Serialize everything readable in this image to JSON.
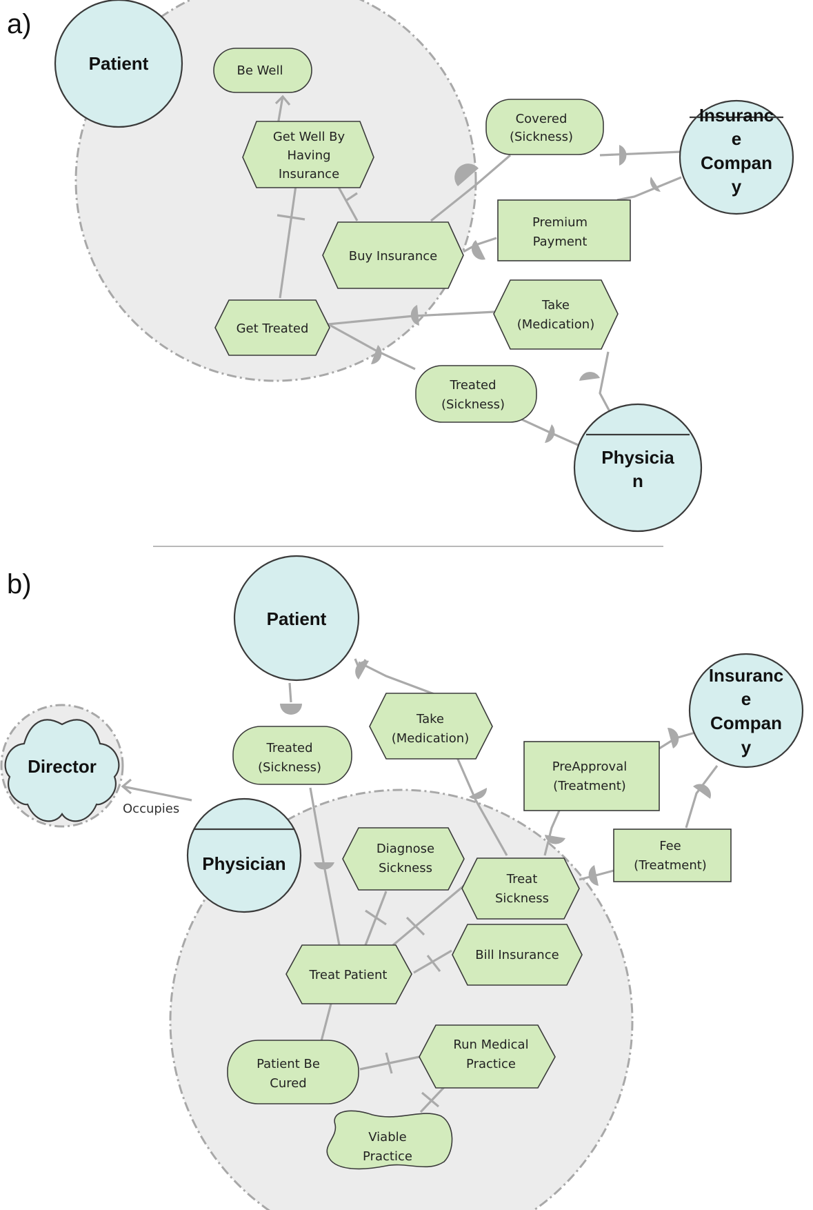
{
  "panels": {
    "a": {
      "label": "a)",
      "actors": {
        "patient": [
          "Patient"
        ],
        "insurance": [
          "Insuranc",
          "e",
          "Compan",
          "y"
        ],
        "physician": [
          "Physicia",
          "n"
        ]
      },
      "nodes": {
        "be_well": [
          "Be Well"
        ],
        "get_well": [
          "Get Well By",
          "Having",
          "Insurance"
        ],
        "buy_insurance": [
          "Buy Insurance"
        ],
        "get_treated": [
          "Get Treated"
        ],
        "covered": [
          "Covered",
          "(Sickness)"
        ],
        "premium": [
          "Premium",
          "Payment"
        ],
        "take_medication": [
          "Take",
          "(Medication)"
        ],
        "treated": [
          "Treated",
          "(Sickness)"
        ]
      }
    },
    "b": {
      "label": "b)",
      "actors": {
        "patient": [
          "Patient"
        ],
        "insurance": [
          "Insuranc",
          "e",
          "Compan",
          "y"
        ],
        "director": [
          "Director"
        ],
        "physician": [
          "Physician"
        ]
      },
      "edge_labels": {
        "occupies": "Occupies"
      },
      "nodes": {
        "treated": [
          "Treated",
          "(Sickness)"
        ],
        "take_medication": [
          "Take",
          "(Medication)"
        ],
        "preapproval": [
          "PreApproval",
          "(Treatment)"
        ],
        "fee": [
          "Fee",
          "(Treatment)"
        ],
        "diagnose": [
          "Diagnose",
          "Sickness"
        ],
        "treat_sickness": [
          "Treat",
          "Sickness"
        ],
        "bill_insurance": [
          "Bill Insurance"
        ],
        "treat_patient": [
          "Treat Patient"
        ],
        "patient_cured": [
          "Patient Be",
          "Cured"
        ],
        "run_practice": [
          "Run Medical",
          "Practice"
        ],
        "viable_practice": [
          "Viable",
          "Practice"
        ]
      }
    }
  }
}
